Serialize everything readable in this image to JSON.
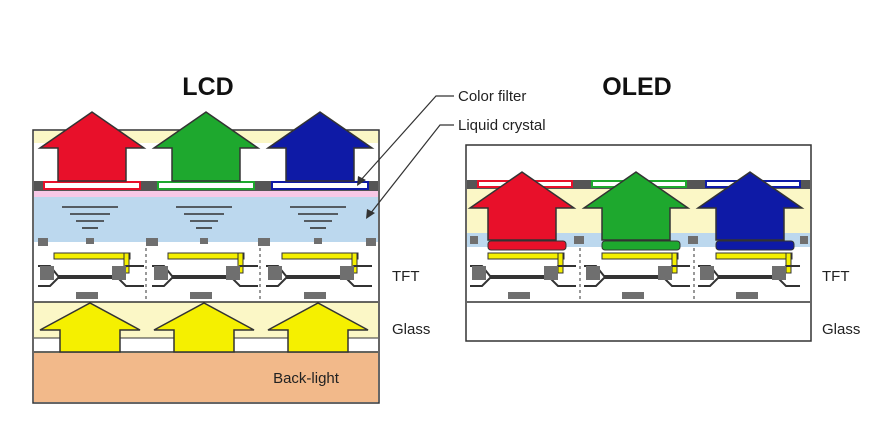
{
  "lcd": {
    "title": "LCD",
    "labels": {
      "color_filter": "Color filter",
      "liquid_crystal": "Liquid crystal",
      "tft": "TFT",
      "glass": "Glass",
      "backlight": "Back-light"
    }
  },
  "oled": {
    "title": "OLED",
    "labels": {
      "tft": "TFT",
      "glass": "Glass"
    }
  },
  "colors": {
    "red": "#e8102a",
    "green": "#1ea82e",
    "blue": "#0e1aa6",
    "yellow": "#f5f000",
    "cream": "#fbf7c6",
    "liquid": "#bcd8ee",
    "backlight": "#f2b98a",
    "pink": "#f7c8e6",
    "gray": "#6f6f6f"
  }
}
